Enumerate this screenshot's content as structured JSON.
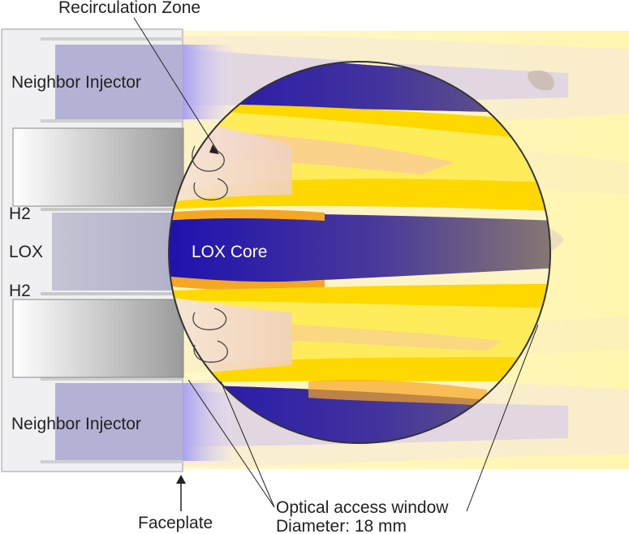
{
  "labels": {
    "recirculation_zone": "Recirculation Zone",
    "neighbor_injector_top": "Neighbor Injector",
    "neighbor_injector_bottom": "Neighbor Injector",
    "h2_top": "H2",
    "lox": "LOX",
    "h2_bottom": "H2",
    "lox_core": "LOX Core",
    "faceplate": "Faceplate",
    "window_line1": "Optical access window",
    "window_line2": "Diameter: 18 mm"
  },
  "colors": {
    "lox_core": "#2a1aa8",
    "flame_yellow": "#ffe600",
    "flame_orange": "#f5a623",
    "window_outline": "#333333",
    "injector_gray": "#b8b8c8"
  }
}
